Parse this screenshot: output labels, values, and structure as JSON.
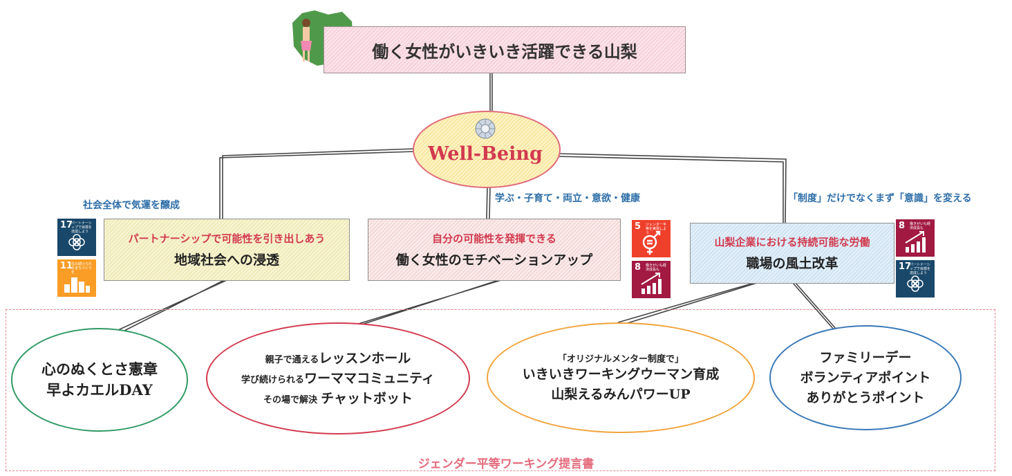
{
  "title": "働く女性がいきいき活躍できる山梨",
  "center": {
    "label": "Well-Being"
  },
  "captions": {
    "left": "社会全体で気運を醸成",
    "mid": "学ぶ・子育て・両立・意欲・健康",
    "right": "「制度」だけでなくまず「意識」を変える"
  },
  "boxes": {
    "left": {
      "sub": "パートナーシップで可能性を引き出しあう",
      "main": "地域社会への浸透"
    },
    "mid": {
      "sub": "自分の可能性を発揮できる",
      "main": "働く女性のモチベーションアップ"
    },
    "right": {
      "sub": "山梨企業における持続可能な労働",
      "main": "職場の風土改革"
    }
  },
  "sdgs": {
    "left_top": {
      "num": "17",
      "text": "パートナーシップで目標を達成しよう",
      "color": "#19486a"
    },
    "left_bottom": {
      "num": "11",
      "text": "住み続けられるまちづくりを",
      "color": "#f99d26"
    },
    "mid_top": {
      "num": "5",
      "text": "ジェンダー平等を実現しよう",
      "color": "#ef402b"
    },
    "mid_bottom": {
      "num": "8",
      "text": "働きがいも経済成長も",
      "color": "#a21942"
    },
    "right_top": {
      "num": "8",
      "text": "働きがいも経済成長も",
      "color": "#a21942"
    },
    "right_bottom": {
      "num": "17",
      "text": "パートナーシップで目標を達成しよう",
      "color": "#19486a"
    }
  },
  "ovals": {
    "green": {
      "line1": "心のぬくとさ憲章",
      "line2": "早よカエルDAY"
    },
    "red": {
      "row1_small": "親子で通える",
      "row1_big": "レッスンホール",
      "row2_small": "学び続けられる",
      "row2_big": "ワーママコミュニティ",
      "row3_small": "その場で解決",
      "row3_big": "チャットボット"
    },
    "orange": {
      "line1": "「オリジナルメンター制度で」",
      "line2": "いきいきワーキングウーマン育成",
      "line3": "山梨えるみんパワーUP"
    },
    "blue": {
      "line1": "ファミリーデー",
      "line2": "ボランティアポイント",
      "line3": "ありがとうポイント"
    }
  },
  "footer": "ジェンダー平等ワーキング提言書"
}
